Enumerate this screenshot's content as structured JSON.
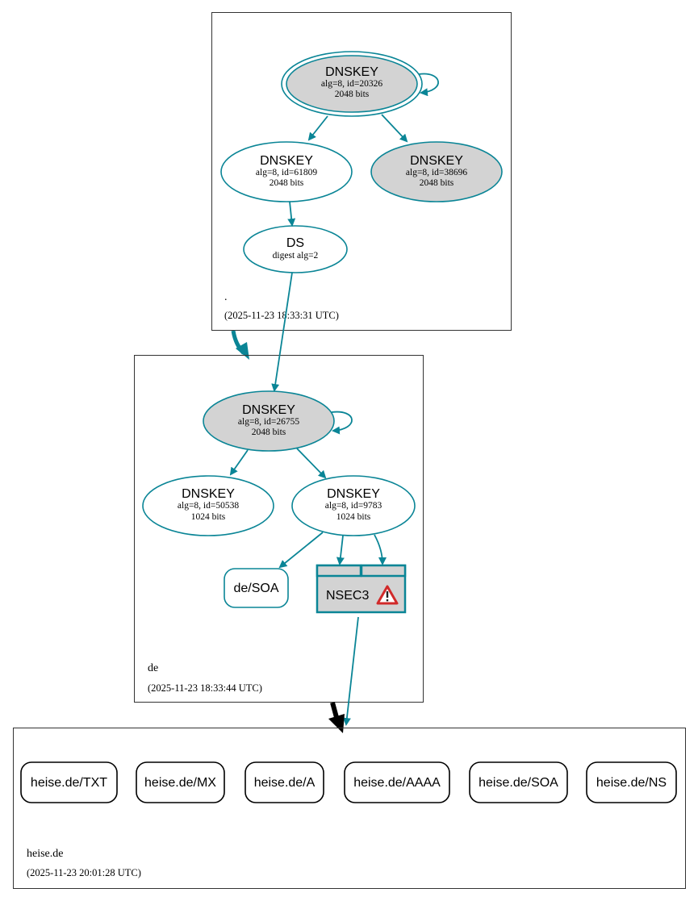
{
  "colors": {
    "edge": "#0a8596",
    "key_fill": "#d3d3d3",
    "white": "#ffffff",
    "cluster_border": "#333333",
    "warning_red": "#d12a2a",
    "delegation_black": "#000000"
  },
  "zones": {
    "root": {
      "name": ".",
      "timestamp": "(2025-11-23 18:33:31 UTC)"
    },
    "de": {
      "name": "de",
      "timestamp": "(2025-11-23 18:33:44 UTC)"
    },
    "heise": {
      "name": "heise.de",
      "timestamp": "(2025-11-23 20:01:28 UTC)"
    }
  },
  "nodes": {
    "root_ksk": {
      "title": "DNSKEY",
      "line1": "alg=8, id=20326",
      "line2": "2048 bits"
    },
    "root_zsk1": {
      "title": "DNSKEY",
      "line1": "alg=8, id=61809",
      "line2": "2048 bits"
    },
    "root_zsk2": {
      "title": "DNSKEY",
      "line1": "alg=8, id=38696",
      "line2": "2048 bits"
    },
    "root_ds": {
      "title": "DS",
      "line1": "digest alg=2"
    },
    "de_ksk": {
      "title": "DNSKEY",
      "line1": "alg=8, id=26755",
      "line2": "2048 bits"
    },
    "de_zsk1": {
      "title": "DNSKEY",
      "line1": "alg=8, id=50538",
      "line2": "1024 bits"
    },
    "de_zsk2": {
      "title": "DNSKEY",
      "line1": "alg=8, id=9783",
      "line2": "1024 bits"
    },
    "de_soa": {
      "title": "de/SOA"
    },
    "nsec3": {
      "title": "NSEC3",
      "icon": "warning-icon"
    }
  },
  "records": [
    "heise.de/TXT",
    "heise.de/MX",
    "heise.de/A",
    "heise.de/AAAA",
    "heise.de/SOA",
    "heise.de/NS"
  ]
}
